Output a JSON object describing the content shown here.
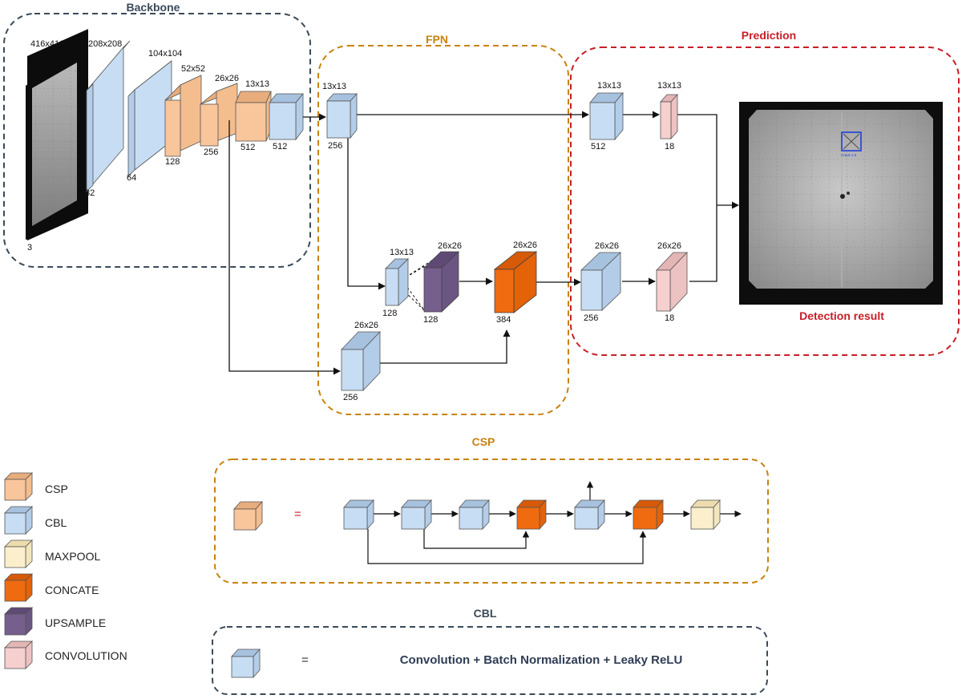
{
  "sections": {
    "backbone": "Backbone",
    "fpn": "FPN",
    "prediction": "Prediction",
    "csp": "CSP",
    "cbl": "CBL"
  },
  "detection_result": "Detection result",
  "detection_box_label": "Crack 1.0",
  "backbone_labels": {
    "input_size": "416x416",
    "input_ch": "3",
    "b1_size": "208x208",
    "b1_ch": "32",
    "b2_size": "104x104",
    "b2_ch": "64",
    "b3_size": "52x52",
    "b3_ch": "128",
    "b4_size": "26x26",
    "b4_ch": "256",
    "b5_size": "13x13",
    "b5_ch": "512",
    "b6_ch": "512"
  },
  "fpn_labels": {
    "f1_size": "13x13",
    "f1_ch": "256",
    "f2_size": "13x13",
    "f2_ch": "128",
    "up_size": "26x26",
    "up_ch": "128",
    "cat_size": "26x26",
    "cat_ch": "384",
    "low_size": "26x26",
    "low_ch": "256"
  },
  "prediction_labels": {
    "p1_size": "13x13",
    "p1_ch": "512",
    "p2_size": "13x13",
    "p2_ch": "18",
    "p3_size": "26x26",
    "p3_ch": "256",
    "p4_size": "26x26",
    "p4_ch": "18"
  },
  "legend": [
    {
      "label": "CSP",
      "color": "#f9c59a"
    },
    {
      "label": "CBL",
      "color": "#c7ddf3"
    },
    {
      "label": "MAXPOOL",
      "color": "#fbefcc"
    },
    {
      "label": "CONCATE",
      "color": "#f06a10"
    },
    {
      "label": "UPSAMPLE",
      "color": "#765f8c"
    },
    {
      "label": "CONVOLUTION",
      "color": "#f6cfcf"
    }
  ],
  "equals": "=",
  "cbl_formula": "Convolution + Batch Normalization + Leaky ReLU",
  "colors": {
    "backbone_border": "#3a4a5a",
    "fpn_border": "#c8820e",
    "prediction_border": "#c81e28",
    "csp_color": "#f9c59a",
    "cbl_color": "#c7ddf3",
    "concat_color": "#f06a10",
    "upsample_color": "#765f8c",
    "conv_color": "#f6cfcf"
  }
}
